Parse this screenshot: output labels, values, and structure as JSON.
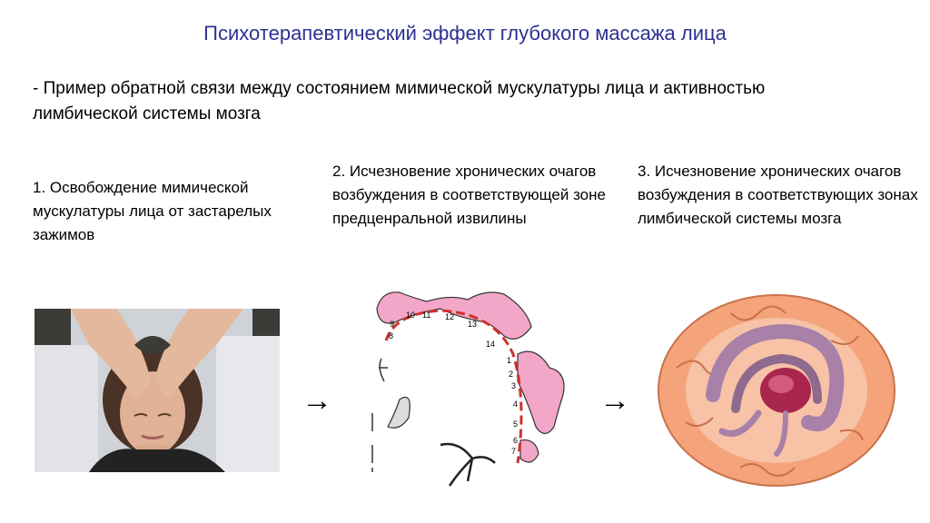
{
  "slide": {
    "title": "Психотерапевтический эффект глубокого массажа лица",
    "subtitle": "- Пример обратной связи между состоянием мимической мускулатуры лица и активностью лимбической системы мозга",
    "columns": [
      {
        "text": "1. Освобождение мимической мускулатуры лица от застарелых зажимов"
      },
      {
        "text": "2. Исчезновение хронических очагов возбуждения в соответствующей зоне предценральной извилины"
      },
      {
        "text": "3. Исчезновение хронических очагов возбуждения в соответствующих зонах лимбической системы мозга"
      }
    ],
    "arrow": "→",
    "homunculus_labels": [
      "10",
      "11",
      "12",
      "13",
      "14",
      "9",
      "8",
      "1",
      "2",
      "3",
      "4",
      "5",
      "6",
      "7"
    ]
  },
  "colors": {
    "title": "#2e3192",
    "brain": "#f4a37a",
    "limbic": "#a880a8",
    "homunculus": "#f2a6c8",
    "gyrus_line": "#d0312d"
  }
}
